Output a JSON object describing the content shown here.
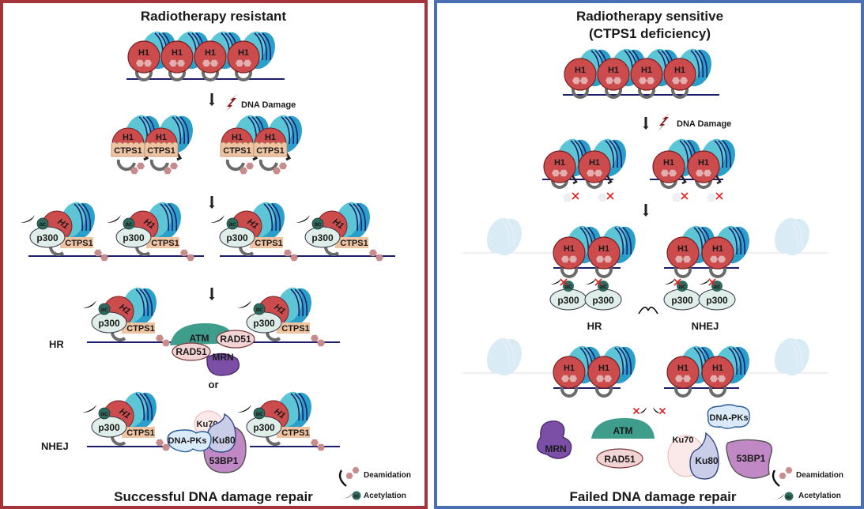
{
  "colors": {
    "left_border": "#a3343c",
    "right_border": "#4a6fb5",
    "h1_fill": "#cc4b4c",
    "h1_stroke": "#7a1f22",
    "histone_light": "#5cc6d6",
    "histone_dark": "#2a9fc9",
    "histone_line": "#1b1f6b",
    "dna_line": "#1b1f6b",
    "ring_gray": "#6b6b6b",
    "ctps1_fill": "#efc4a2",
    "deamid_hex": "#c98c8c",
    "hex_on_h1": "#e3aeae",
    "p300_fill": "#dfeee8",
    "ac_fill": "#2f6a5e",
    "atm_fill": "#3f9e8b",
    "rad51_fill": "#f3d4d4",
    "mrn_fill": "#7b4fa6",
    "ku70_fill": "#fbe9e9",
    "ku80_fill": "#c9cde8",
    "dnapk_fill": "#dbeaf8",
    "bp53_fill": "#c088c4",
    "lightning": "#8b1a1a",
    "cross": "#e02020",
    "faded_nuc": "#d9ecf5"
  },
  "left_panel": {
    "title": "Radiotherapy resistant",
    "damage_label": "DNA Damage",
    "h1_label": "H1",
    "ctps1_label": "CTPS1",
    "p300_label": "p300",
    "ac_label": "ac",
    "hr_label": "HR",
    "or_label": "or",
    "nhej_label": "NHEJ",
    "hr_complex": {
      "atm": "ATM",
      "rad51_a": "RAD51",
      "rad51_b": "RAD51",
      "mrn": "MRN"
    },
    "nhej_complex": {
      "ku70": "Ku70",
      "ku80": "Ku80",
      "dnapk": "DNA-PKs",
      "bp53": "53BP1"
    },
    "footer": "Successful DNA damage repair",
    "legend": {
      "deamidation": "Deamidation",
      "acetylation": "Acetylation",
      "ac": "ac"
    }
  },
  "right_panel": {
    "title_line1": "Radiotherapy sensitive",
    "title_line2": "(CTPS1 deficiency)",
    "damage_label": "DNA Damage",
    "h1_label": "H1",
    "p300_label": "p300",
    "ac_label": "ac",
    "hr_label": "HR",
    "nhej_label": "NHEJ",
    "free_proteins": {
      "mrn": "MRN",
      "atm": "ATM",
      "rad51": "RAD51",
      "ku70": "Ku70",
      "ku80": "Ku80",
      "dnapk": "DNA-PKs",
      "bp53": "53BP1"
    },
    "footer": "Failed DNA damage repair",
    "legend": {
      "deamidation": "Deamidation",
      "acetylation": "Acetylation",
      "ac": "ac"
    }
  }
}
